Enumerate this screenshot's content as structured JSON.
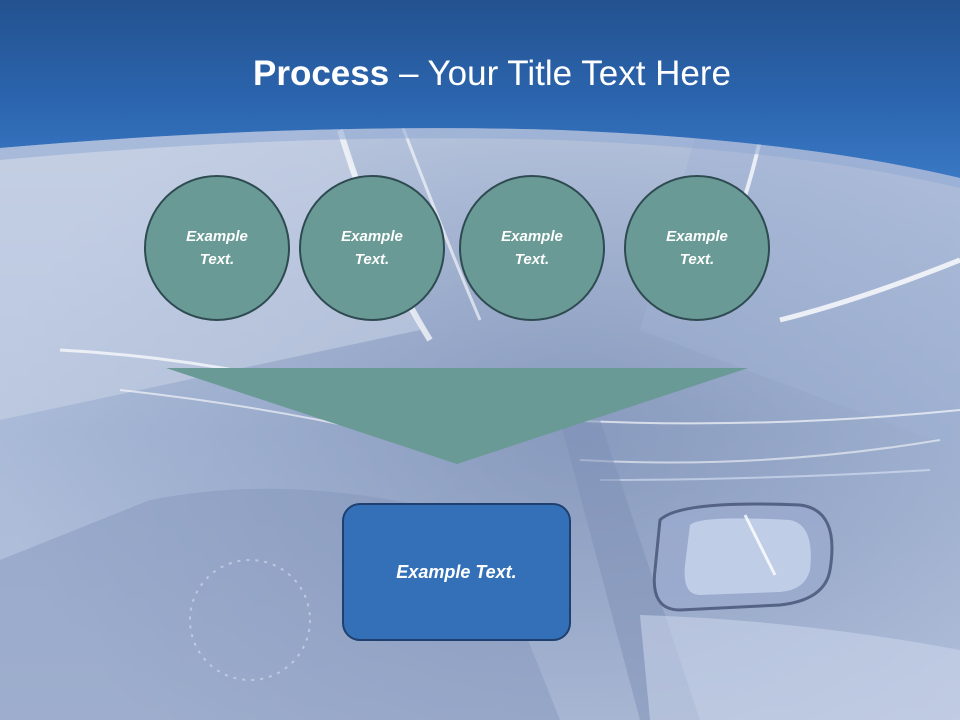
{
  "slide": {
    "title_bold": "Process",
    "title_rest": " – Your Title Text Here"
  },
  "process": {
    "steps": [
      {
        "label": "Example Text."
      },
      {
        "label": "Example Text."
      },
      {
        "label": "Example Text."
      },
      {
        "label": "Example Text."
      }
    ],
    "result_label": "Example Text."
  },
  "colors": {
    "header_blue": "#2e6cb7",
    "circle_fill": "#699a96",
    "circle_stroke": "#2f4b52",
    "funnel_fill": "#699a96",
    "result_fill": "#3470b8",
    "result_stroke": "#1f3f6e"
  }
}
